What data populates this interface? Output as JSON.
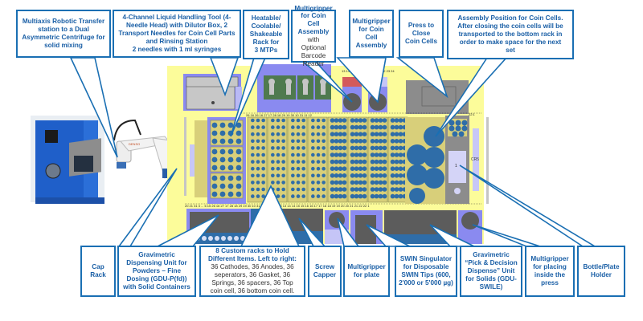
{
  "title": "Automated coin cell assembly workstation layout",
  "colors": {
    "deck": "#fcfc9a",
    "module": "#8a8af0",
    "rack": "#d8cf7a",
    "well": "#2f6da8",
    "dark_device": "#5c5c5c",
    "callout_border": "#1a6fb3",
    "callout_text": "#1a5fa6"
  },
  "callouts": {
    "robot": {
      "lines": [
        "Multiaxis Robotic Transfer",
        "station to a Dual",
        "Asymmetric Centrifuge for",
        "solid mixing"
      ]
    },
    "liquid_handling": {
      "lines": [
        "4-Channel Liquid Handling Tool (4-",
        "Needle Head) with Dilutor Box, 2",
        "Transport Needles for Coin Cell Parts",
        "and Rinsing Station",
        "2 needles with 1 ml syringes"
      ]
    },
    "heatable_rack": {
      "lines": [
        "Heatable/",
        "Coolable/",
        "Shakeable",
        "Rack for",
        "3 MTPs"
      ]
    },
    "multigripper_barcode": {
      "lines_bold": [
        "Multigripper",
        "for Coin Cell",
        "Assembly"
      ],
      "lines_normal": [
        "with Optional",
        "Barcode",
        "Reader"
      ]
    },
    "multigripper_assembly": {
      "lines": [
        "Multigripper",
        "for Coin Cell",
        "Assembly"
      ]
    },
    "press": {
      "lines": [
        "Press to",
        "Close",
        "Coin Cells"
      ]
    },
    "assembly_position": {
      "lines": [
        "Assembly Position for Coin Cells.",
        "After closing the coin cells will be",
        "transported to the bottom rack in",
        "order to make space for the next",
        "set"
      ]
    },
    "cap_rack": {
      "lines": [
        "Cap",
        "Rack"
      ]
    },
    "gravimetric_powders": {
      "lines": [
        "Gravimetric",
        "Dispensing Unit for",
        "Powders – Fine",
        "Dosing (GDU-P(fd))",
        "with Solid Containers"
      ]
    },
    "custom_racks": {
      "lines_bold": [
        "8 Custom racks to Hold",
        "Different Items. Left  to right:"
      ],
      "lines_normal": [
        "36 Cathodes, 36 Anodes, 36",
        "seperators, 36 Gasket, 36",
        "Springs, 36 spacers, 36 Top",
        "coin cell, 36 bottom coin cell."
      ]
    },
    "screw_capper": {
      "lines": [
        "Screw",
        "Capper"
      ]
    },
    "multigripper_plate": {
      "lines": [
        "Multigripper",
        "for plate"
      ]
    },
    "swin_singulator": {
      "lines": [
        "SWIN Singulator",
        "for Disposable",
        "SWIN Tips (600,",
        "2'000 or 5'000 µg)"
      ]
    },
    "gravimetric_swile": {
      "lines": [
        "Gravimetric",
        "“Pick & Decision",
        "Dispense” Unit",
        "for Solids (GDU-",
        "SWILE)"
      ]
    },
    "multigripper_press": {
      "lines": [
        "Multigripper",
        "for placing",
        "inside the",
        "press"
      ]
    },
    "bottle_holder": {
      "lines": [
        "Bottle/Plate",
        "Holder"
      ]
    }
  },
  "deck_labels": {
    "cr5": "CR5",
    "position_1": "1",
    "top_strip_left": "26 16 26 16 27 17 28 18 29 19 30 10 31 11 12",
    "top_strip_right": "13 14 15 16 17 18 19 20 21 22 23 24",
    "pos_22": "22:1",
    "bottom_strip": "20 21 31 3 ... 6 15 26 16 27 17 28 18 29 19 30 10 31 11 11 12 12 13 13 14 14 15 15 16 16 17 17 18 18 19 19 20 20 21 21 22 22 1",
    "robot_brand": "DENSO"
  }
}
